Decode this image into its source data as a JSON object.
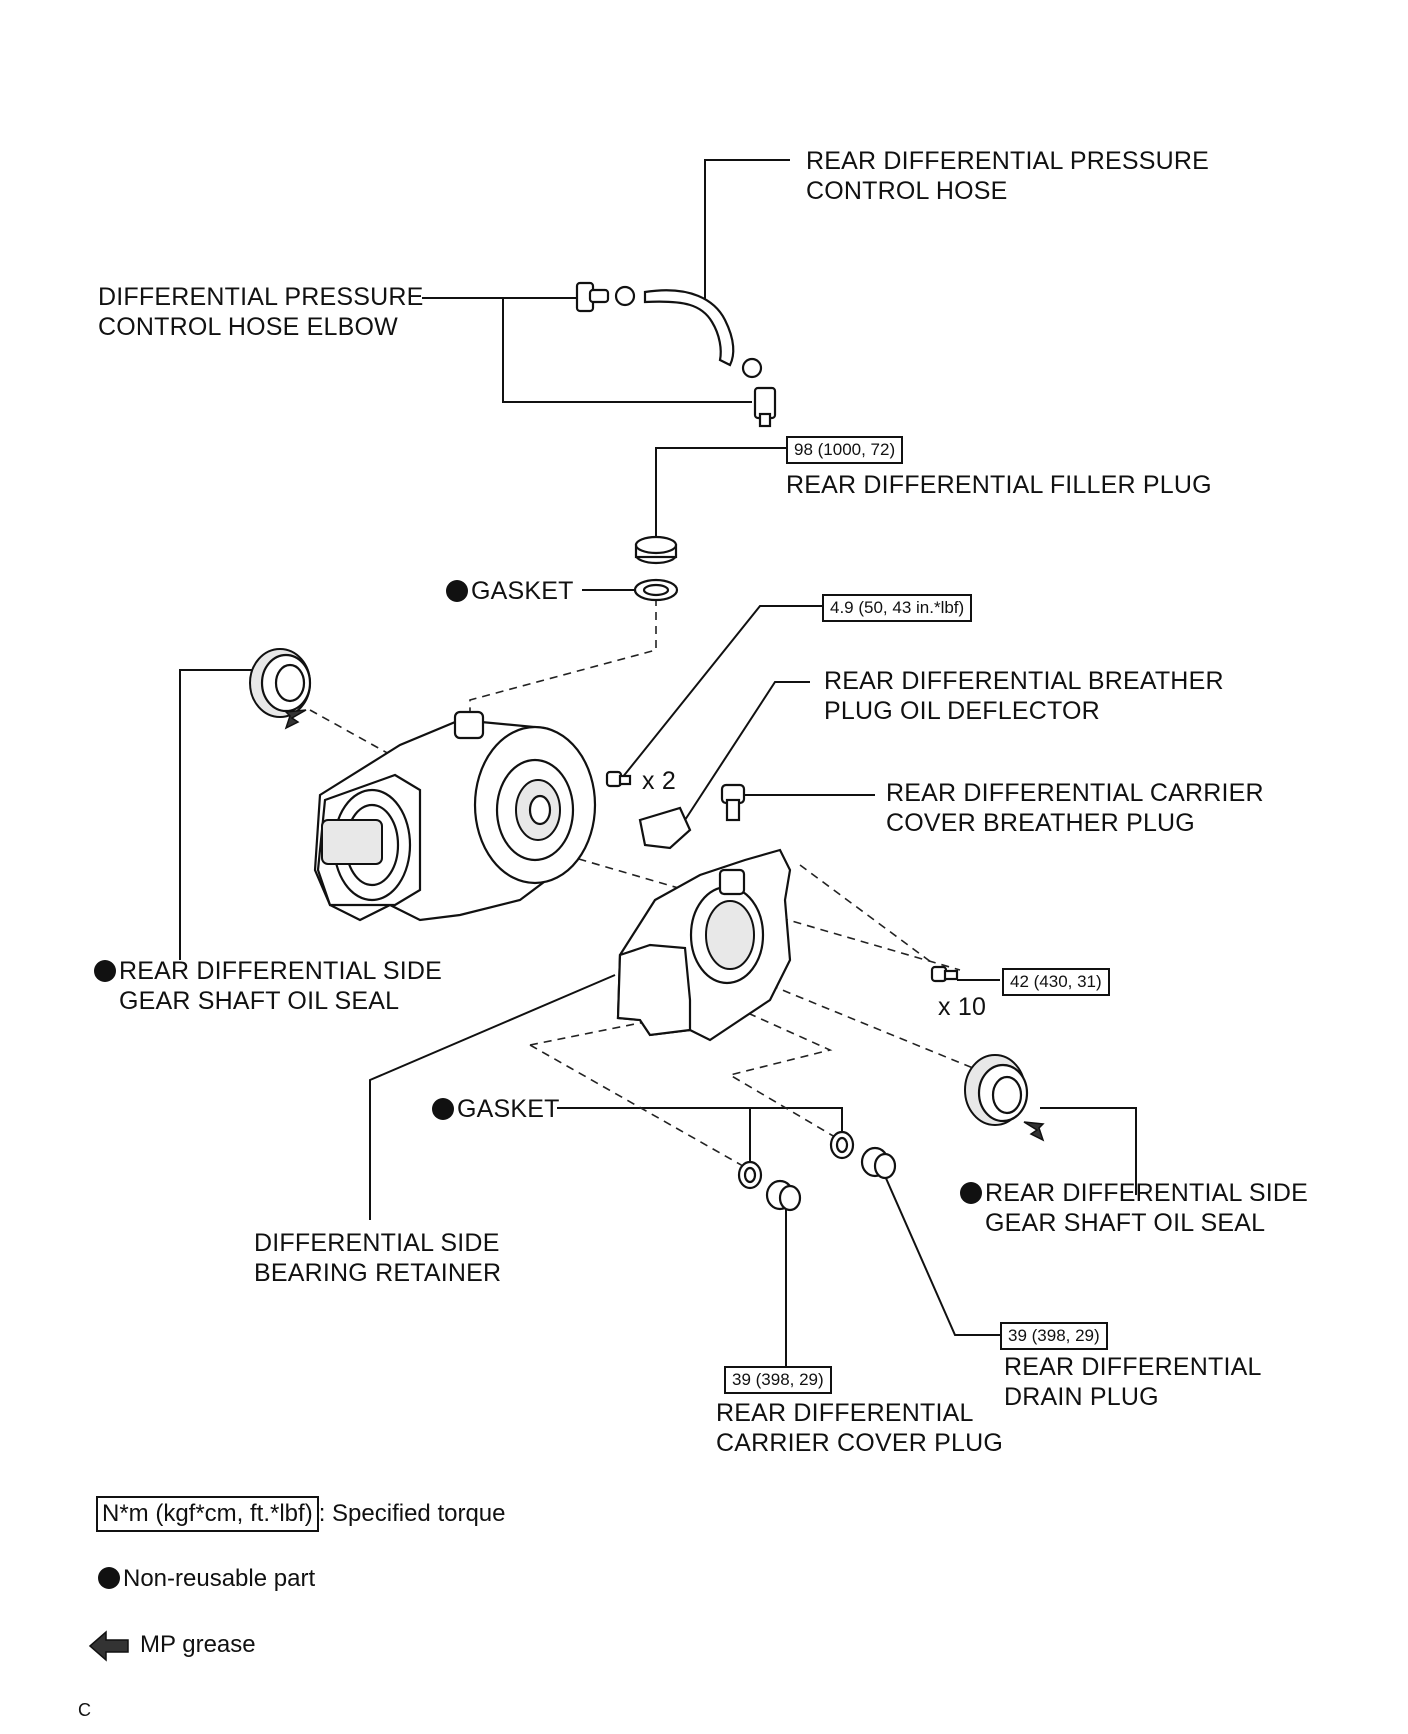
{
  "labels": {
    "pressure_hose": [
      "REAR DIFFERENTIAL PRESSURE",
      "CONTROL HOSE"
    ],
    "hose_elbow": [
      "DIFFERENTIAL PRESSURE",
      "CONTROL HOSE ELBOW"
    ],
    "filler_plug": "REAR DIFFERENTIAL FILLER PLUG",
    "gasket": "GASKET",
    "breather_deflector": [
      "REAR DIFFERENTIAL BREATHER",
      "PLUG OIL DEFLECTOR"
    ],
    "breather_plug": [
      "REAR DIFFERENTIAL CARRIER",
      "COVER BREATHER PLUG"
    ],
    "side_seal_left": [
      "REAR DIFFERENTIAL SIDE",
      "GEAR SHAFT OIL SEAL"
    ],
    "side_seal_right": [
      "REAR DIFFERENTIAL SIDE",
      "GEAR SHAFT OIL SEAL"
    ],
    "bearing_retainer": [
      "DIFFERENTIAL SIDE",
      "BEARING RETAINER"
    ],
    "drain_plug": [
      "REAR DIFFERENTIAL",
      "DRAIN PLUG"
    ],
    "cover_plug": [
      "REAR DIFFERENTIAL",
      "CARRIER COVER PLUG"
    ]
  },
  "quantities": {
    "deflector_bolts": "x 2",
    "retainer_bolts": "x 10"
  },
  "torques": {
    "filler_plug": "98 (1000, 72)",
    "deflector_bolt": "4.9 (50, 43 in.*lbf)",
    "retainer_bolt": "42 (430, 31)",
    "drain_plug": "39 (398, 29)",
    "cover_plug": "39 (398, 29)"
  },
  "legend": {
    "torque_unit": "N*m (kgf*cm, ft.*lbf)",
    "torque_desc": ": Specified torque",
    "non_reusable": "Non-reusable part",
    "grease": "MP grease"
  },
  "corner_mark": "C"
}
